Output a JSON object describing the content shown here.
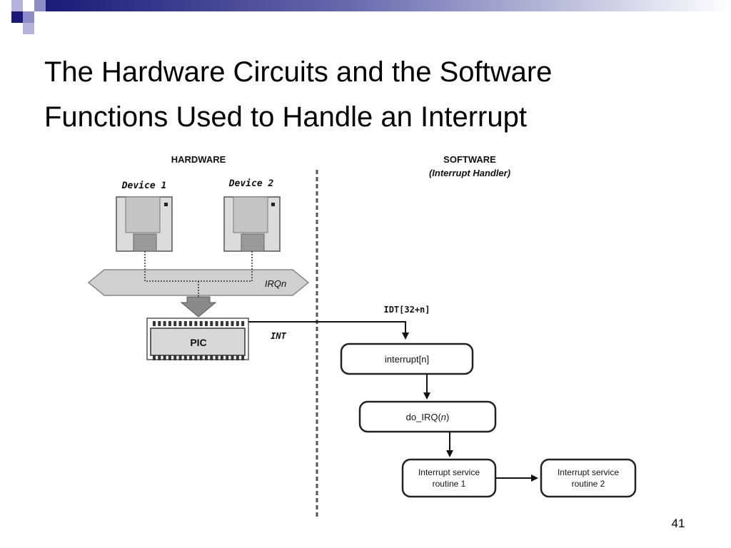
{
  "slide": {
    "title_line1": "The Hardware Circuits and the Software",
    "title_line2": "Functions Used to Handle an Interrupt",
    "page_number": "41"
  },
  "diagram": {
    "hardware_label": "HARDWARE",
    "software_label": "SOFTWARE",
    "software_sublabel": "(Interrupt Handler)",
    "device1_label": "Device 1",
    "device2_label": "Device 2",
    "irq_label": "IRQn",
    "pic_label": "PIC",
    "int_label": "INT",
    "idt_label": "IDT[32+n]",
    "interrupt_box": "interrupt[n]",
    "do_irq_prefix": "do_IRQ(",
    "do_irq_n": "n",
    "do_irq_suffix": ")",
    "isr1_line1": "Interrupt service",
    "isr1_line2": "routine 1",
    "isr2_line1": "Interrupt service",
    "isr2_line2": "routine 2"
  },
  "colors": {
    "accent_navy": "#1a1a78",
    "accent_purple": "#8c8cc8",
    "pic_fill": "#d8d8d8",
    "bus_fill": "#d0d0d0",
    "device_fill": "#dcdcdc"
  }
}
